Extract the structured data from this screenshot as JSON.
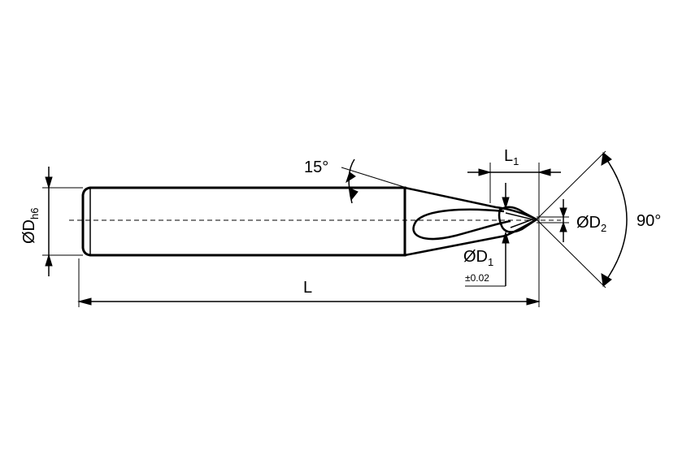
{
  "labels": {
    "angle_small": "15°",
    "angle_point": "90°",
    "length_total": "L",
    "shank_diameter": "ØD",
    "shank_diameter_sub": "h6",
    "length_tip": "L",
    "length_tip_sub": "1",
    "diameter_d1": "ØD",
    "diameter_d1_sub": "1",
    "diameter_d1_tol": "±0.02",
    "diameter_d2": "ØD",
    "diameter_d2_sub": "2"
  }
}
